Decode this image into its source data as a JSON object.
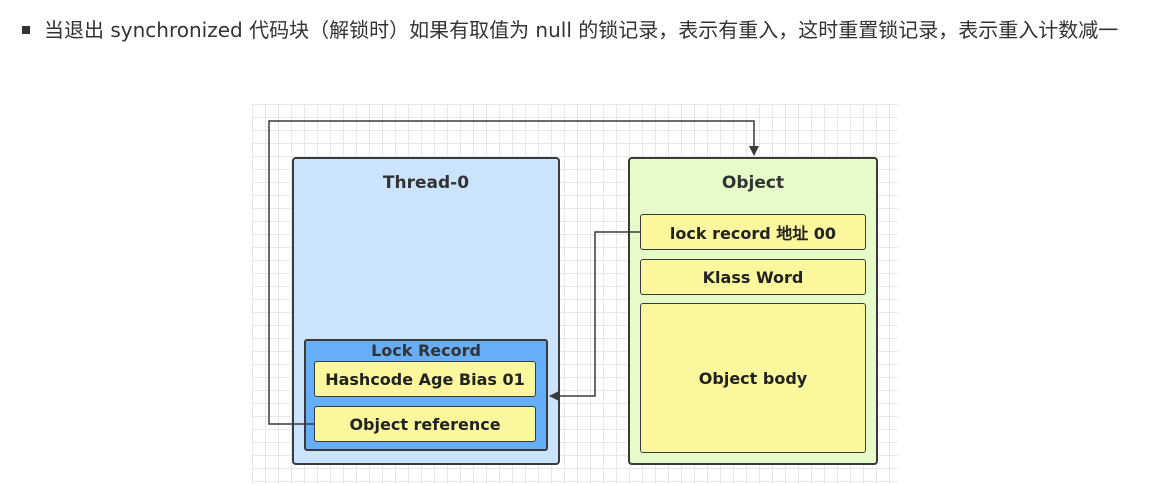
{
  "text": {
    "bullet": "当退出 synchronized 代码块（解锁时）如果有取值为 null 的锁记录，表示有重入，这时重置锁记录，表示重入计数减一"
  },
  "diagram": {
    "thread": {
      "title": "Thread-0",
      "lock_record": {
        "title": "Lock Record",
        "fields": [
          "Hashcode Age Bias 01",
          "Object reference"
        ]
      }
    },
    "object": {
      "title": "Object",
      "fields": [
        "lock record 地址 00",
        "Klass Word",
        "Object body"
      ]
    }
  },
  "colors": {
    "thread_bg": "#cce4fb",
    "lock_record_bg": "#66aef7",
    "object_bg": "#e6fcc8",
    "field_bg": "#fbf79c",
    "stroke": "#3a3a3a"
  }
}
